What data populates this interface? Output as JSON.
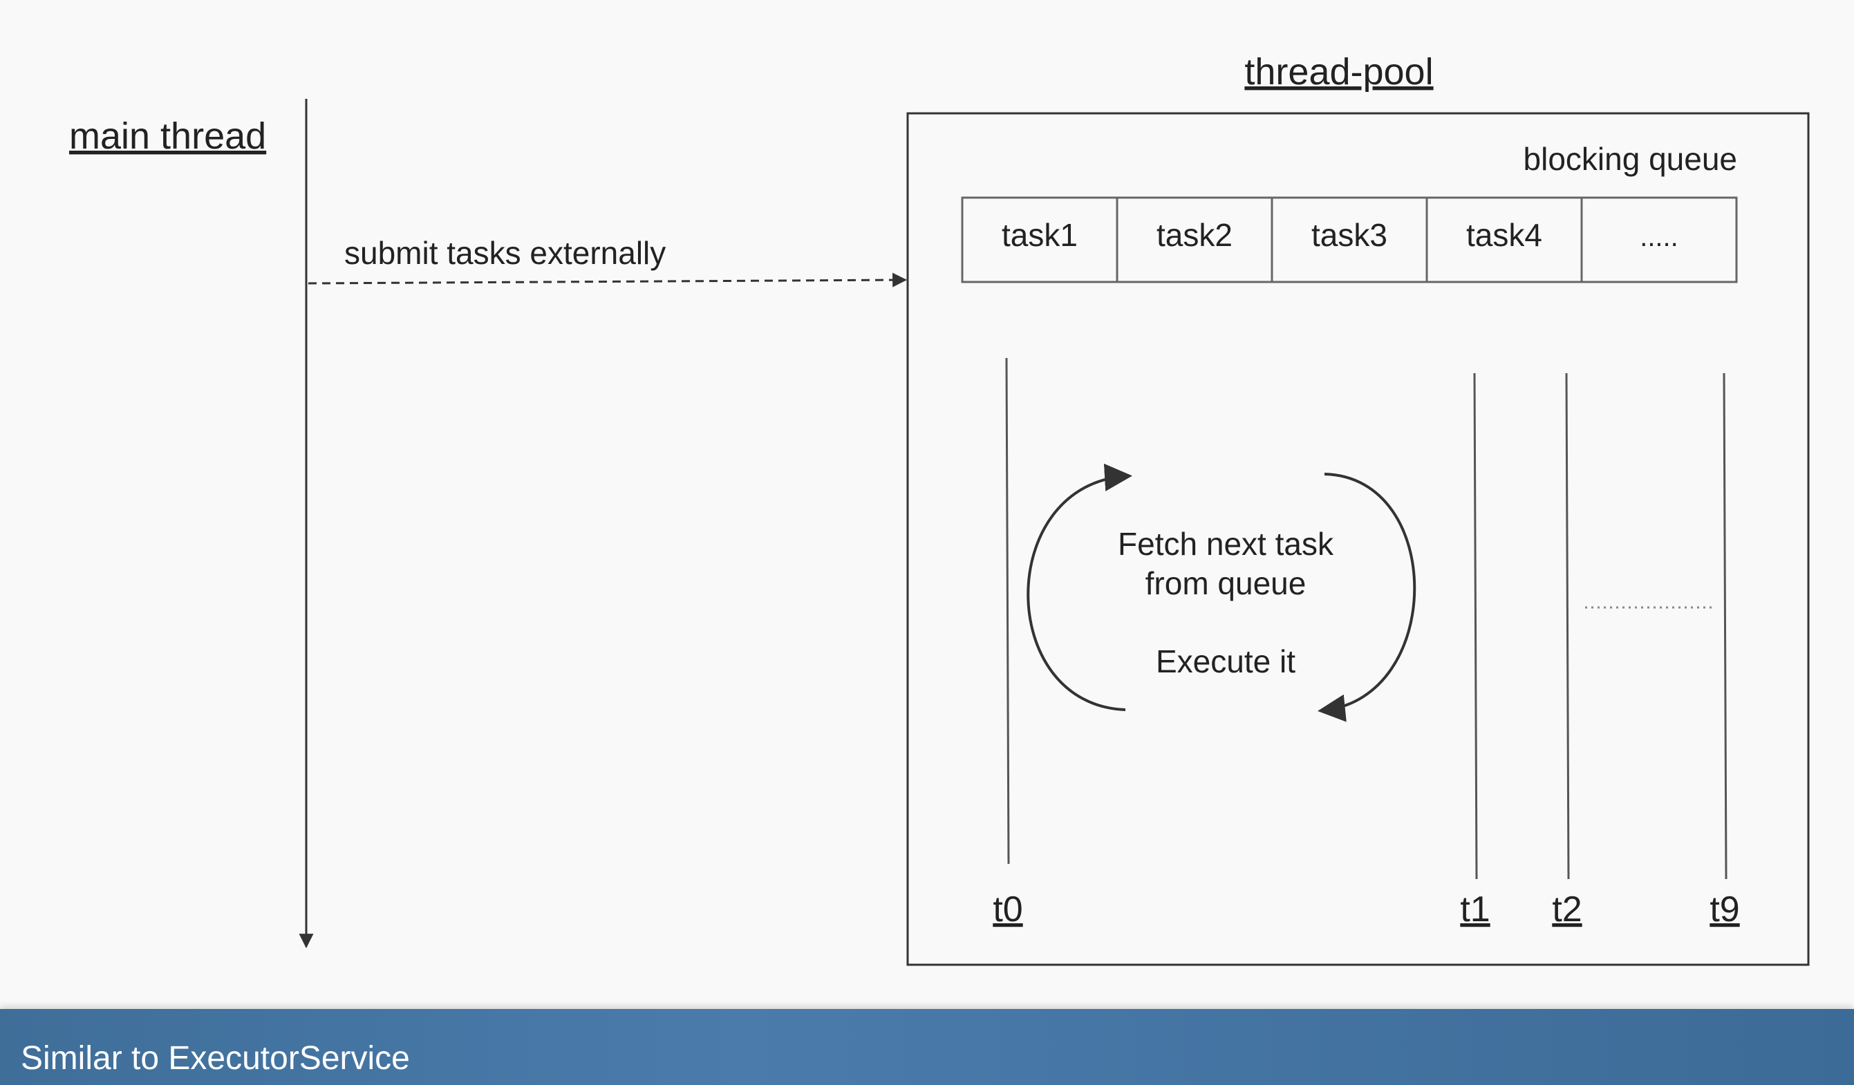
{
  "main_thread": {
    "label": "main thread",
    "submit_label": "submit tasks externally"
  },
  "pool": {
    "title": "thread-pool",
    "queue_label": "blocking queue",
    "queue_cells": [
      "task1",
      "task2",
      "task3",
      "task4",
      "....."
    ],
    "loop_text": [
      "Fetch next task",
      "from queue",
      "Execute it"
    ],
    "threads": [
      "t0",
      "t1",
      "t2",
      "t9"
    ]
  },
  "footer": {
    "text": "Similar to ExecutorService"
  }
}
